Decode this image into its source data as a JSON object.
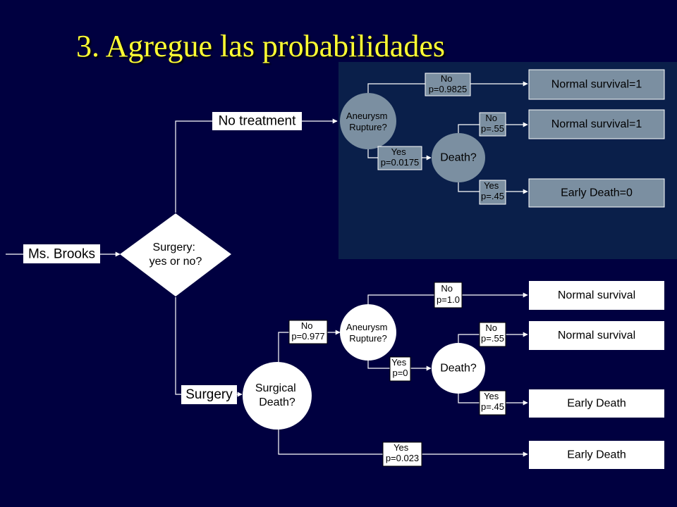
{
  "slide": {
    "title": "3. Agregue las probabilidades",
    "colors": {
      "background": "#000040",
      "highlight_panel": "#0a1f4a",
      "highlight_node": "#7b8fa1",
      "node": "#ffffff",
      "title": "#ffff33",
      "line": "#ffffff"
    }
  },
  "tree": {
    "root": "Ms. Brooks",
    "decision": [
      "Surgery:",
      "yes or no?"
    ],
    "options": {
      "no_treatment": "No treatment",
      "surgery": "Surgery"
    },
    "no_treatment_branch": {
      "rupture_chance": [
        "Aneurysm",
        "Rupture?"
      ],
      "death_chance": "Death?",
      "edges": {
        "rupture_no": {
          "label": "No",
          "prob": "p=0.9825"
        },
        "rupture_yes": {
          "label": "Yes",
          "prob": "p=0.0175"
        },
        "death_no": {
          "label": "No",
          "prob": "p=.55"
        },
        "death_yes": {
          "label": "Yes",
          "prob": "p=.45"
        }
      },
      "outcomes": {
        "a": "Normal survival=1",
        "b": "Normal survival=1",
        "c": "Early Death=0"
      }
    },
    "surgery_branch": {
      "surgical_death_chance": [
        "Surgical",
        "Death?"
      ],
      "rupture_chance": [
        "Aneurysm",
        "Rupture?"
      ],
      "death_chance": "Death?",
      "edges": {
        "surgical_no": {
          "label": "No",
          "prob": "p=0.977"
        },
        "surgical_yes": {
          "label": "Yes",
          "prob": "p=0.023"
        },
        "rupture_no": {
          "label": "No",
          "prob": "p=1.0"
        },
        "rupture_yes": {
          "label": "Yes",
          "prob": "p=0"
        },
        "death_no": {
          "label": "No",
          "prob": "p=.55"
        },
        "death_yes": {
          "label": "Yes",
          "prob": "p=.45"
        }
      },
      "outcomes": {
        "a": "Normal survival",
        "b": "Normal survival",
        "c": "Early Death",
        "d": "Early Death"
      }
    }
  }
}
